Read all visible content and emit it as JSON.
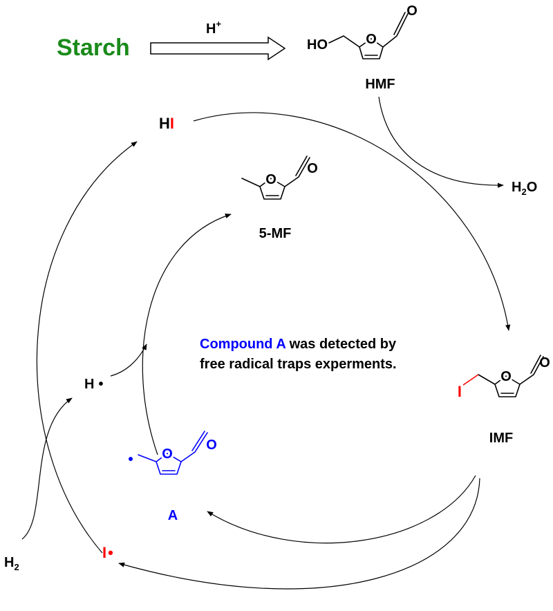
{
  "colors": {
    "text": "#000000",
    "starch": "#1a8a1a",
    "iodine": "#ff0000",
    "compound_a": "#0000ff"
  },
  "starch": {
    "label": "Starch"
  },
  "acid": {
    "label": "H",
    "sup": "+"
  },
  "hmf": {
    "name": "HMF",
    "ho": "HO",
    "ring_o": "O",
    "carbonyl_o": "O"
  },
  "mf5": {
    "name": "5-MF",
    "ring_o": "O",
    "carbonyl_o": "O"
  },
  "imf": {
    "name": "IMF",
    "iodo": "I",
    "ring_o": "O",
    "carbonyl_o": "O"
  },
  "compound_a": {
    "name": "A",
    "ring_o": "O",
    "carbonyl_o": "O"
  },
  "hi": {
    "h": "H",
    "i": "I"
  },
  "water": {
    "h": "H",
    "sub": "2",
    "o": "O"
  },
  "h_radical": {
    "label": "H",
    "dot": "•"
  },
  "i_radical": {
    "label": "I",
    "dot": "•"
  },
  "hydrogen": {
    "h": "H",
    "sub": "2"
  },
  "note": {
    "line1_highlight": "Compound A",
    "line1_rest": " was detected by",
    "line2": "free radical traps experments."
  }
}
